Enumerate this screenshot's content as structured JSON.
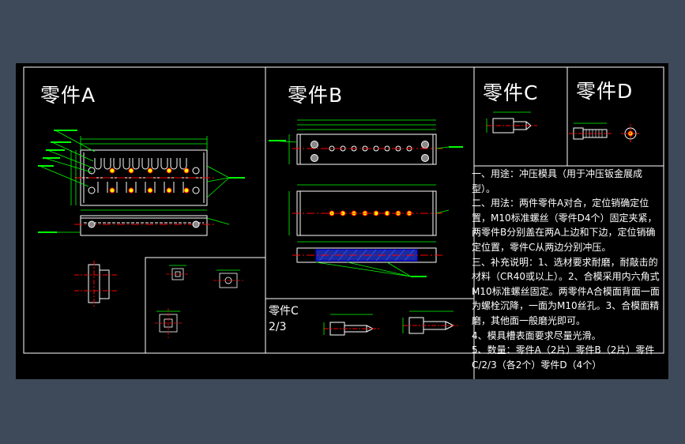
{
  "titles": {
    "part_a": "零件A",
    "part_b": "零件B",
    "part_c": "零件C",
    "part_d": "零件D",
    "part_c23_line1": "零件C",
    "part_c23_line2": "2/3"
  },
  "notes": [
    "一、用途：冲压模具（用于冲压钣金展成型）。",
    "二、用法：两件零件A对合，定位销确定位置，M10标准螺丝（零件D4个）固定夹紧，两零件B分别盖在两A上边和下边，定位销确定位置，零件C从两边分别冲压。",
    "三、补充说明：1、选材要求耐磨，耐敲击的材料（CR40或以上）。2、合模采用内六角式M10标准螺丝固定。两零件A合模面背面一面为螺栓沉降，一面为M10丝孔。3、合模面精磨，其他面一般磨光即可。",
    "4、模具槽表面要求尽量光滑。",
    "5、数量：零件A（2片）零件B（2片）零件C/2/3（各2个）零件D（4个）"
  ],
  "colors": {
    "background": "#3e4a5a",
    "canvas": "#000000",
    "frame": "#ffffff",
    "geometry": "#ffffff",
    "dimension": "#00ff00",
    "centerline": "#ff0000",
    "hatch": "#0000ff",
    "pin": "#ffff00"
  }
}
